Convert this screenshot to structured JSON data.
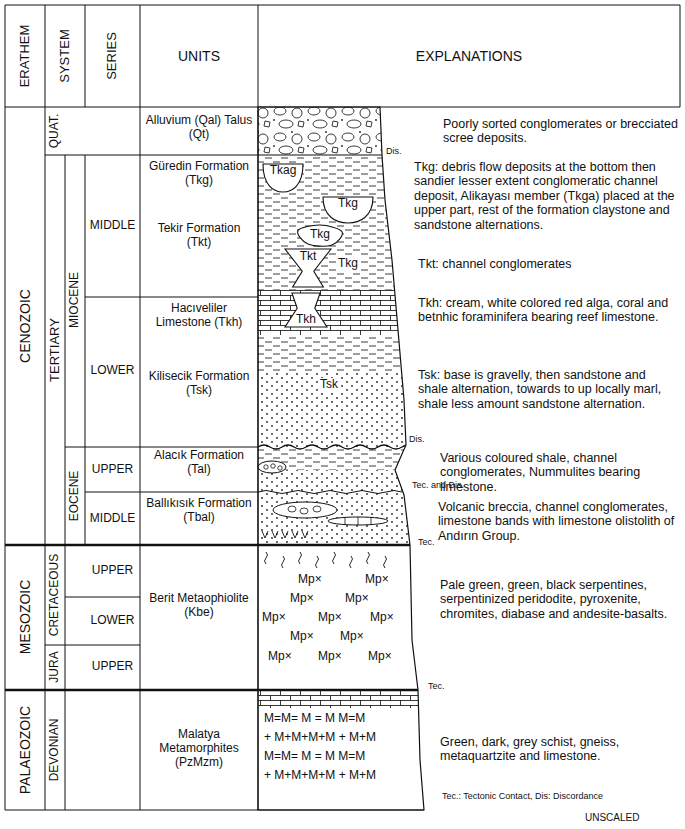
{
  "diagram": {
    "nodes": [
      {
        "text": [
          "Tkag"
        ]
      },
      {
        "text": [
          "Tkg"
        ]
      },
      {
        "text": [
          "Tkg"
        ]
      },
      {
        "text": [
          "Tkt"
        ]
      },
      {
        "text": [
          "Tkh"
        ]
      }
    ],
    "labels": [
      "ERATHEM",
      "SYSTEM",
      "SERIES",
      "UNITS",
      "EXPLANATIONS",
      "CENOZOIC",
      "QUAT.",
      "TERTIARY",
      "MIOCENE",
      "EOCENE",
      "MIDDLE",
      "LOWER",
      "UPPER",
      "MIDDLE",
      "MESOZOIC",
      "CRETACEOUS",
      "UPPER",
      "LOWER",
      "JURA",
      "UPPER",
      "PALAEOZOIC",
      "DEVONIAN",
      "Alluvium (Qal) Talus (Qt)",
      "Güredin Formation (Tkg)",
      "Tekir Formation (Tkt)",
      "Hacıveliler Limestone (Tkh)",
      "Kilisecik Formation (Tsk)",
      "Alacık Formation (Tal)",
      "Ballıkısık Formation (Tbal)",
      "Berit Metaophiolite (Kbe)",
      "Malatya Metamorphites (PzMzm)",
      "Poorly sorted conglomerates or brecciated scree deposits.",
      "Tkg: debris flow deposits at the bottom then sandier lesser extent conglomeratic channel deposit, Alikayası member (Tkga) placed at the upper part, rest of the formation claystone and sandstone alternations.",
      "Tkt: channel conglomerates",
      "Tkh: cream, white colored red alga, coral and betnhic foraminifera bearing reef limestone.",
      "Tsk: base is gravelly, then sandstone and shale alternation, towards to up locally marl, shale less amount sandstone alternation.",
      "Various coloured shale, channel conglomerates, Nummulites bearing limestone.",
      "Volcanic breccia, channel conglomerates, limestone bands with limestone olistolith of Andırın Group.",
      "Pale green, green, black serpentines, serpentinized peridodite, pyroxenite, chromites, diabase and andesite-basalts.",
      "Green, dark, grey schist, gneiss, metaquartzite and limestone.",
      "Dis.",
      "Dis.",
      "Tec. and Dis.",
      "Tec.",
      "Tec.",
      "Tec.: Tectonic Contact, Dis: Discordance",
      "UNSCALED",
      "Tsk",
      "Tkg",
      "Mp×",
      "Mp×",
      "Mp×",
      "Mp×",
      "Mp×",
      "Mp×",
      "Mp×",
      "Mp×",
      "Mp×",
      "Mp×",
      "Mp×",
      "Mp×",
      "M=M= M = M  M=M",
      "+ M+M+M+M  + M+M",
      "M=M= M = M  M=M",
      "+ M+M+M+M  + M+M"
    ]
  }
}
